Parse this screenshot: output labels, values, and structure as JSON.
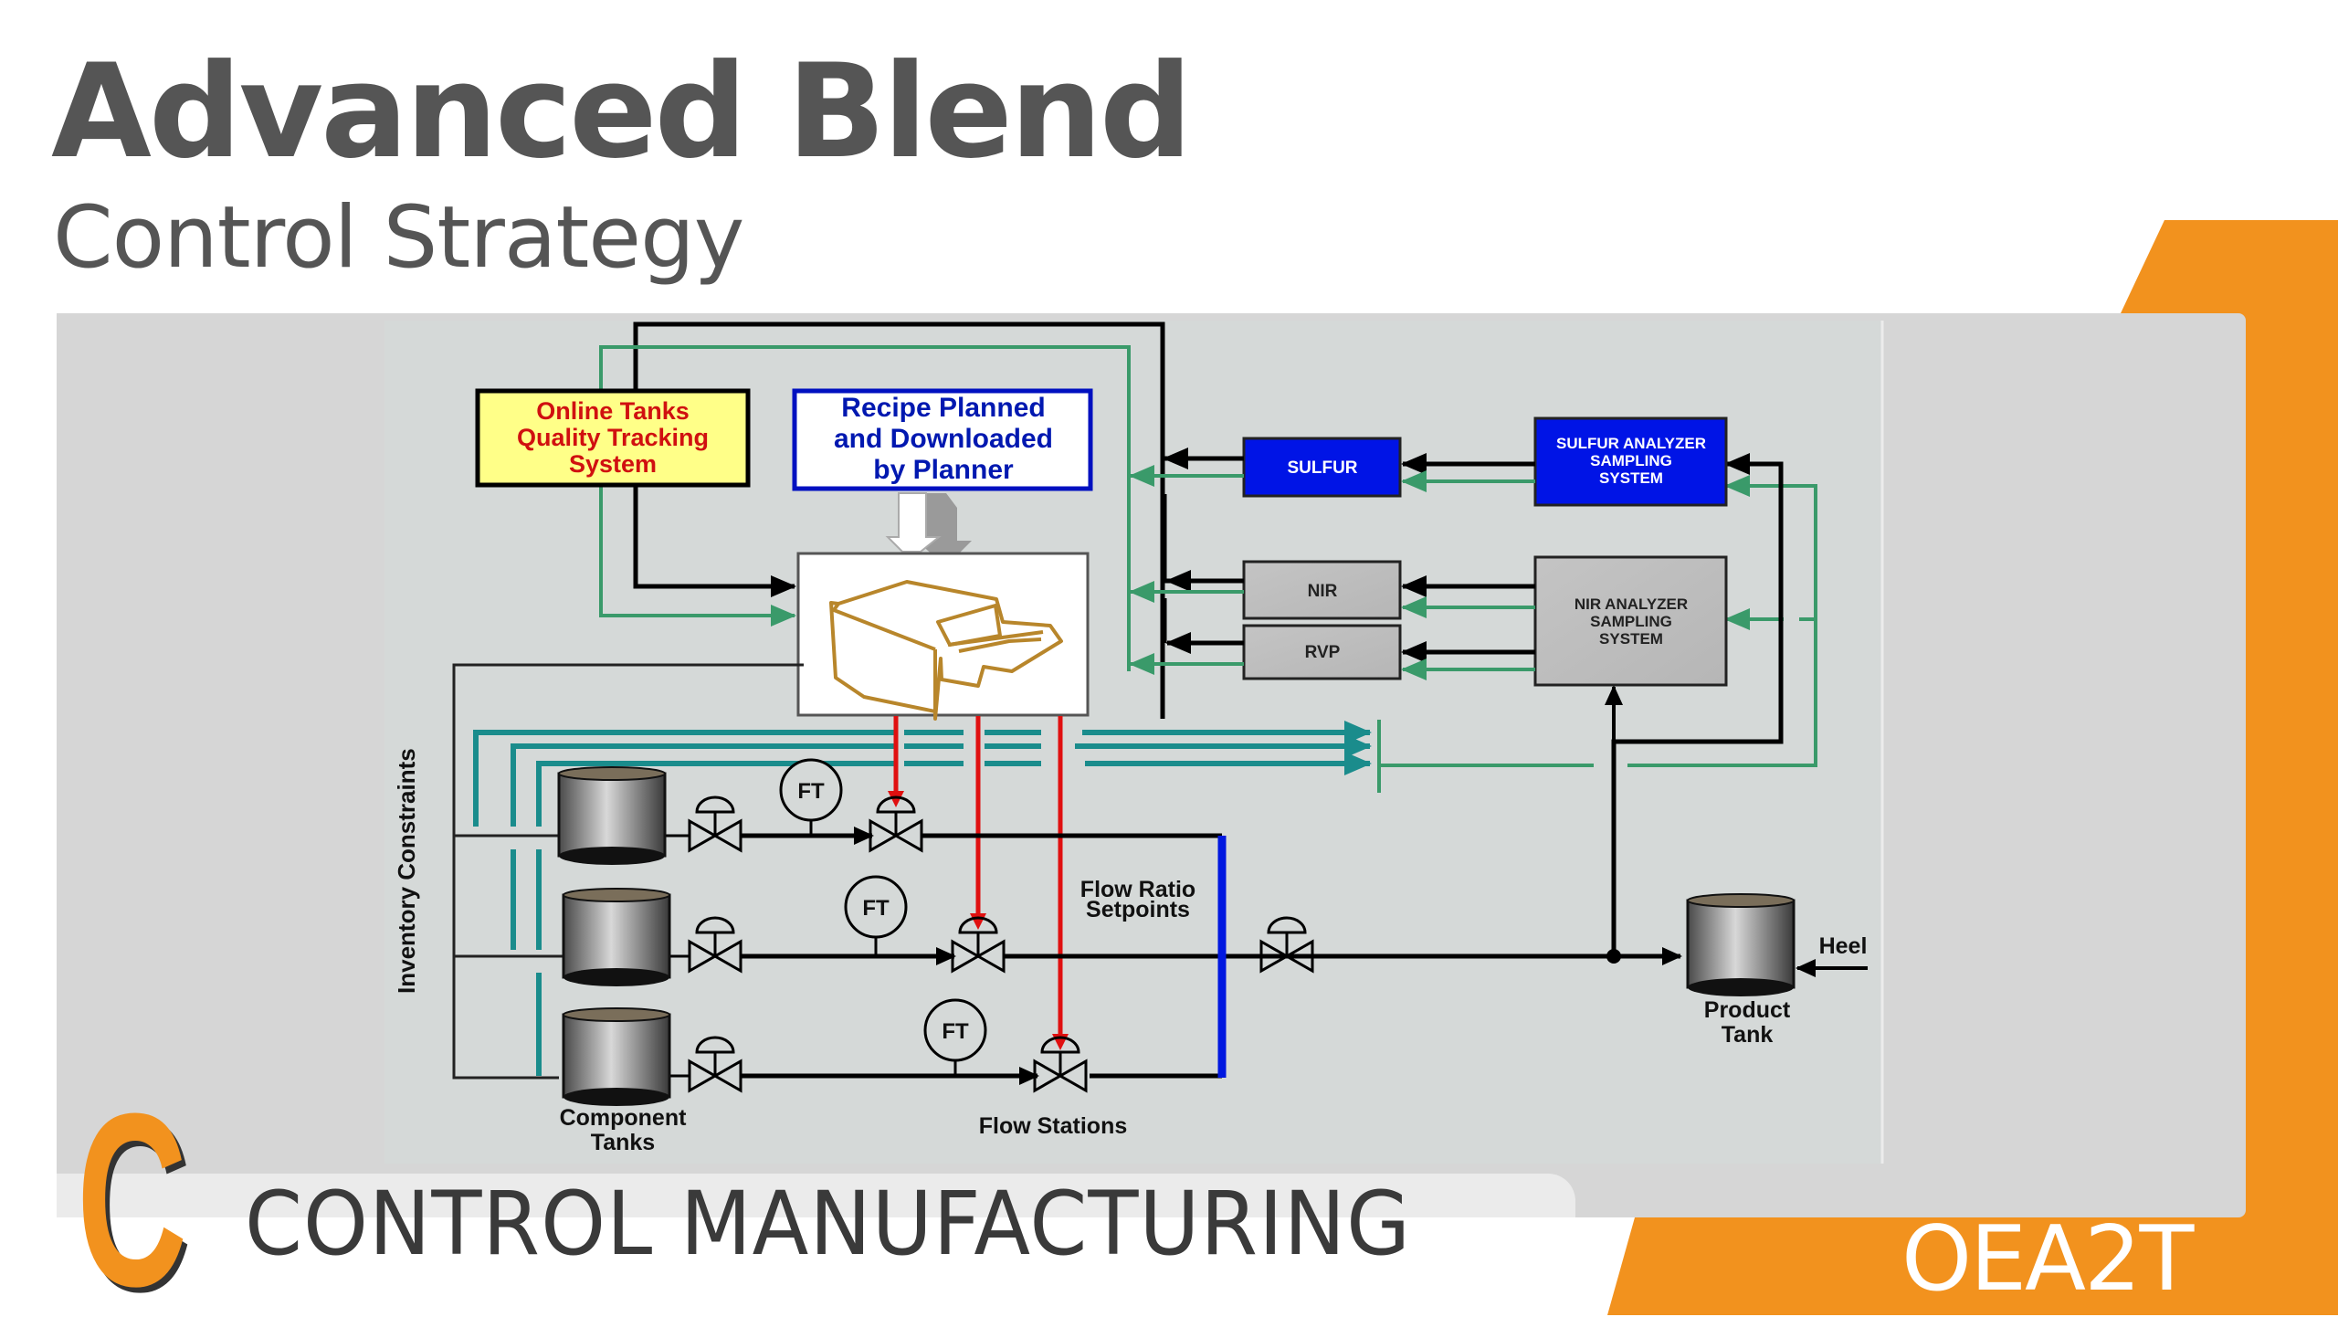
{
  "header": {
    "title": "Advanced Blend",
    "subtitle": "Control Strategy"
  },
  "colors": {
    "accent_orange": "#F2921E",
    "title_gray": "#555555",
    "panel_gray": "#D6D6D6",
    "signal_green": "#3A9A6A",
    "signal_teal": "#1A8C8C",
    "setpoint_red": "#E01010",
    "header_blue": "#0010E0"
  },
  "diagram": {
    "boxes": {
      "quality_tracking": [
        "Online Tanks",
        "Quality Tracking",
        "System"
      ],
      "recipe": [
        "Recipe Planned",
        "and Downloaded",
        "by Planner"
      ],
      "sulfur": "SULFUR",
      "sulfur_analyzer": [
        "SULFUR ANALYZER",
        "SAMPLING",
        "SYSTEM"
      ],
      "nir": "NIR",
      "rvp": "RVP",
      "nir_analyzer": [
        "NIR ANALYZER",
        "SAMPLING",
        "SYSTEM"
      ]
    },
    "instruments": [
      "FT",
      "FT",
      "FT"
    ],
    "labels": {
      "inventory": "Inventory Constraints",
      "flow_ratio": [
        "Flow Ratio",
        "Setpoints"
      ],
      "component_tanks": [
        "Component",
        "Tanks"
      ],
      "flow_stations": "Flow Stations",
      "product_tank": [
        "Product",
        "Tank"
      ],
      "heel": "Heel"
    },
    "icons": {
      "controller": "computer-console-icon",
      "download_arrow": "down-arrow-icon",
      "tank": "tank-icon",
      "valve": "control-valve-icon"
    }
  },
  "footer": {
    "logo_letter": "C",
    "brand": "CONTROL MANUFACTURING",
    "code": "OEA2T"
  }
}
